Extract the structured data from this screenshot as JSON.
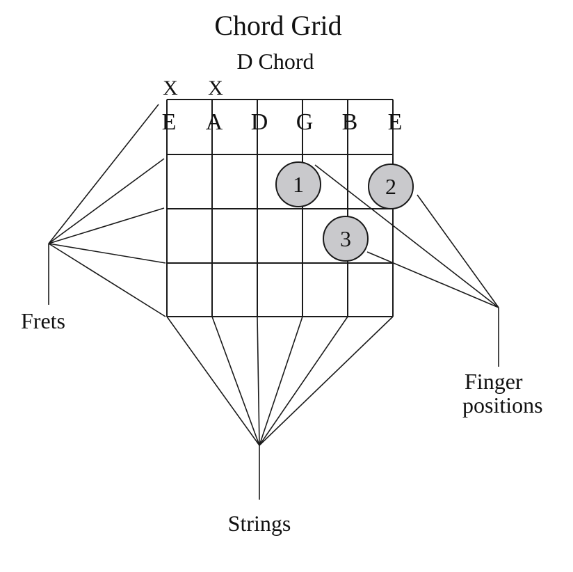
{
  "title": "Chord Grid",
  "subtitle": "D Chord",
  "strings": [
    "E",
    "A",
    "D",
    "G",
    "B",
    "E"
  ],
  "muted_strings": [
    {
      "string_index": 0,
      "symbol": "X"
    },
    {
      "string_index": 1,
      "symbol": "X"
    }
  ],
  "fret_count": 3,
  "fingers": [
    {
      "label": "1",
      "string_index": 3,
      "fret": 1
    },
    {
      "label": "2",
      "string_index": 5,
      "fret": 1
    },
    {
      "label": "3",
      "string_index": 4,
      "fret": 2
    }
  ],
  "callouts": {
    "frets": "Frets",
    "strings": "Strings",
    "finger_positions_line1": "Finger",
    "finger_positions_line2": "positions"
  },
  "colors": {
    "ink": "#1a1a1a",
    "finger_fill": "#c9c9cc",
    "background": "#ffffff"
  }
}
